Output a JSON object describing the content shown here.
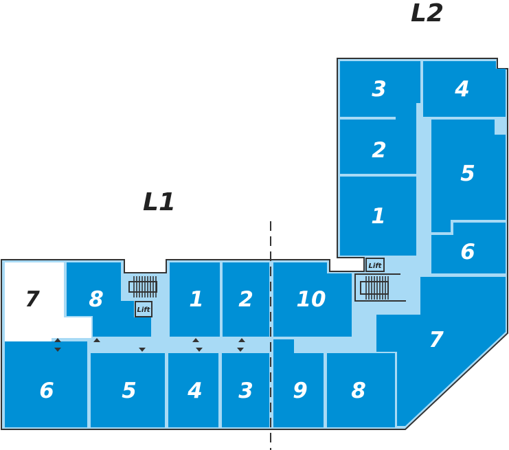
{
  "levels": {
    "l1": "L1",
    "l2": "L2"
  },
  "l1_rooms": {
    "r1": "1",
    "r2": "2",
    "r3": "3",
    "r4": "4",
    "r5": "5",
    "r6": "6",
    "r7": "7",
    "r8": "8",
    "r9": "9",
    "r10": "10"
  },
  "l2_rooms": {
    "r1": "1",
    "r2": "2",
    "r3": "3",
    "r4": "4",
    "r5": "5",
    "r6": "6",
    "r7": "7",
    "r8": "8"
  },
  "lift_label": "Lift",
  "colors": {
    "room": "#0090d6",
    "corridor": "#a8daf5",
    "outline": "#333333",
    "vacant": "#ffffff"
  }
}
